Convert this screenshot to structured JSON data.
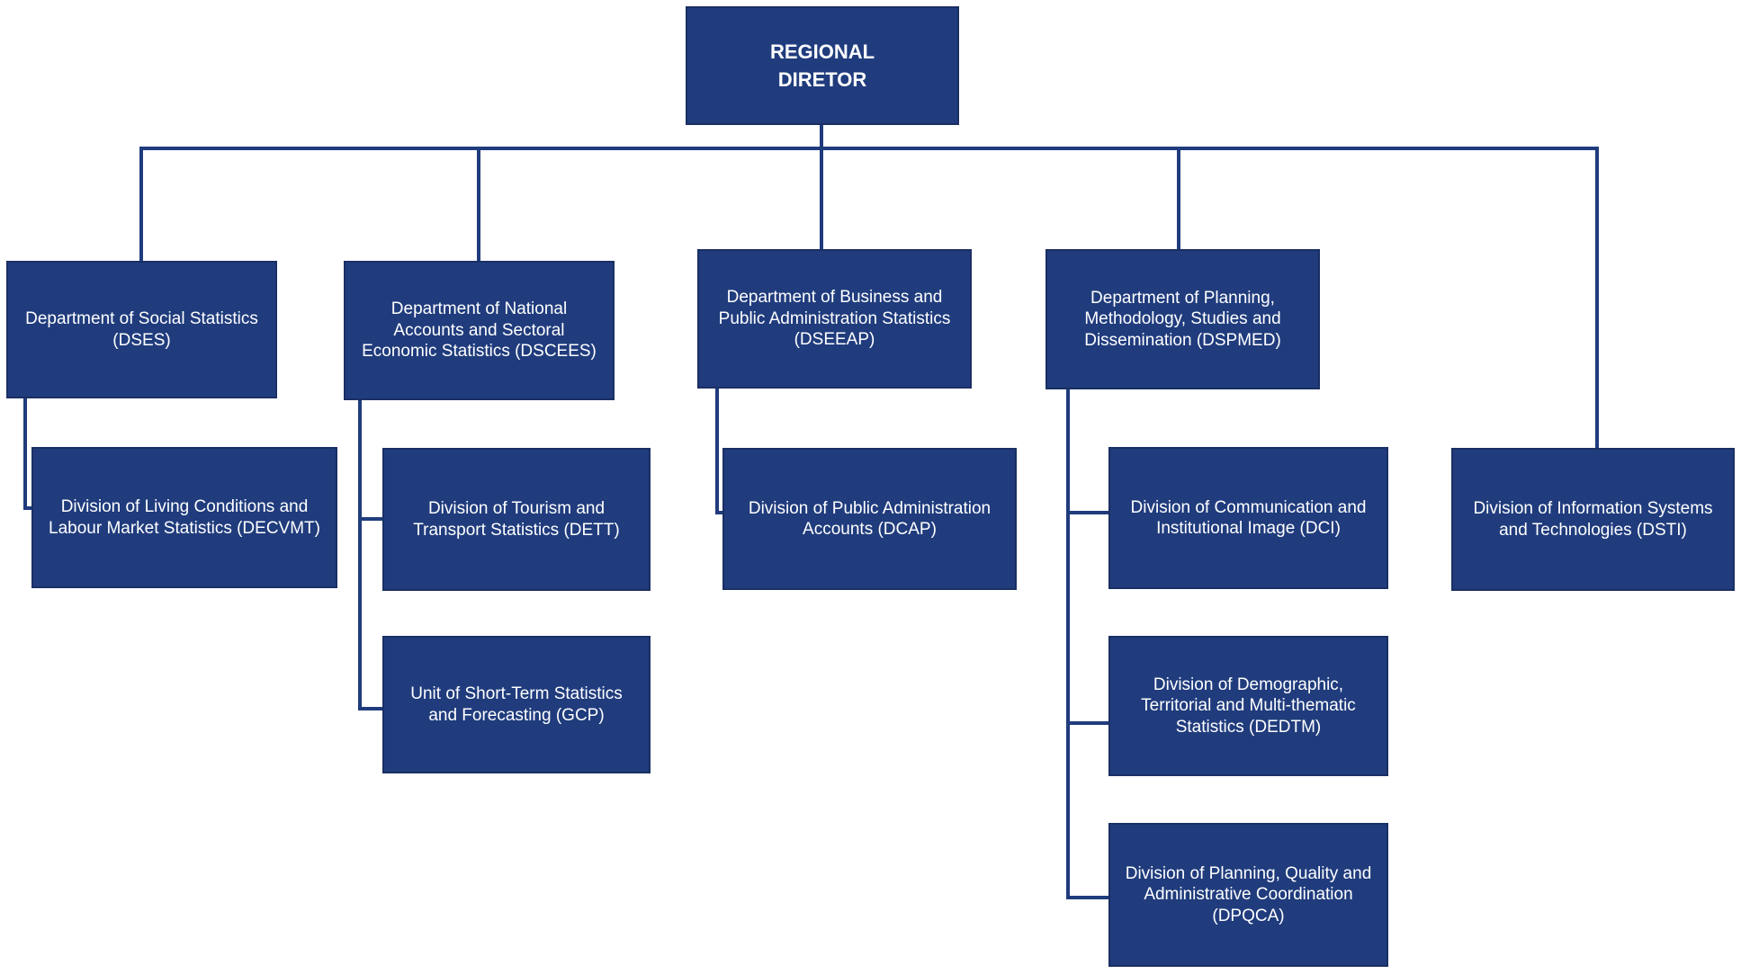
{
  "colors": {
    "background": "#ffffff",
    "box_fill": "#203c7d",
    "box_border": "#1a2f63",
    "line": "#203c7d",
    "text": "#ffffff"
  },
  "nodes": {
    "director": "REGIONAL\nDIRETOR",
    "dses": "Department of Social Statistics\n(DSES)",
    "dscees": "Department of National\nAccounts and Sectoral\nEconomic Statistics (DSCEES)",
    "dseeap": "Department of Business and\nPublic Administration Statistics\n(DSEEAP)",
    "dspmed": "Department of Planning,\nMethodology, Studies and\nDissemination (DSPMED)",
    "decvmt": "Division of Living Conditions and\nLabour Market Statistics (DECVMT)",
    "dett": "Division of Tourism and\nTransport Statistics (DETT)",
    "gcp": "Unit of Short-Term Statistics\nand Forecasting (GCP)",
    "dcap": "Division of Public Administration\nAccounts (DCAP)",
    "dci": "Division of Communication and\nInstitutional Image (DCI)",
    "dedtm": "Division of Demographic,\nTerritorial and Multi-thematic\nStatistics (DEDTM)",
    "dpqca": "Division of Planning, Quality and\nAdministrative Coordination\n(DPQCA)",
    "dsti": "Division of Information Systems\nand Technologies (DSTI)"
  },
  "hierarchy": {
    "director": [
      "dses",
      "dscees",
      "dseeap",
      "dspmed",
      "dsti"
    ],
    "dses": [
      "decvmt"
    ],
    "dscees": [
      "dett",
      "gcp"
    ],
    "dseeap": [
      "dcap"
    ],
    "dspmed": [
      "dci",
      "dedtm",
      "dpqca"
    ]
  }
}
